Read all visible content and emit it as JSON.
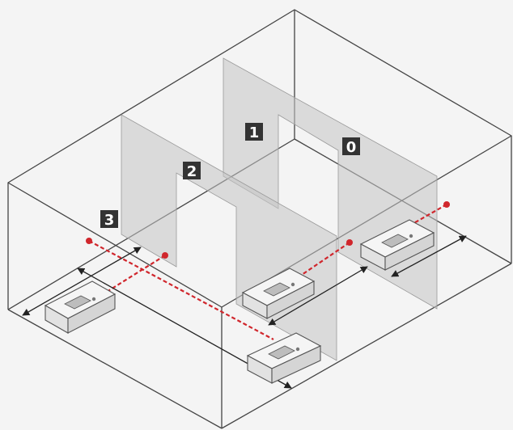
{
  "colors": {
    "background": "#f4f4f4",
    "room_line": "#444444",
    "wall_panel": "#c4c4c4",
    "laser": "#d0262c",
    "badge_bg": "#333333",
    "badge_text": "#ffffff",
    "device_body": "#e9e9e9",
    "device_outline": "#555555"
  },
  "icons": {
    "device": "laser-distance-meter-icon",
    "laser_dot": "laser-dot-icon"
  },
  "badges": [
    {
      "label": "0"
    },
    {
      "label": "1"
    },
    {
      "label": "2"
    },
    {
      "label": "3"
    }
  ]
}
